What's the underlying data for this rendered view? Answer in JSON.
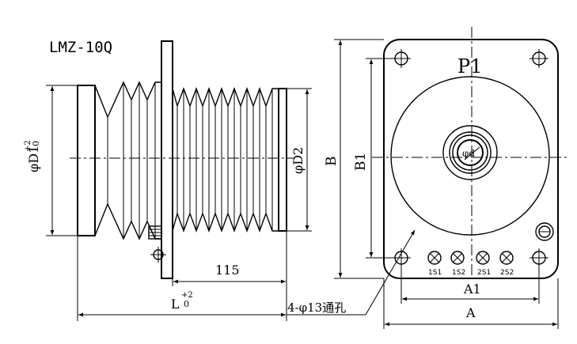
{
  "model": "LMZ-10Q",
  "view_label": "P1",
  "dims": {
    "d1": "φD1",
    "d1_tol_upper": "+2",
    "d1_tol_lower": "0",
    "d2": "φD2",
    "len_115": "115",
    "len_L": "L",
    "len_L_tol_upper": "+2",
    "len_L_tol_lower": "0",
    "height_B": "B",
    "height_B1": "B1",
    "width_A": "A",
    "width_A1": "A1",
    "bore_d": "φd",
    "hole_note": "4-φ13通孔"
  },
  "terminals": [
    "1S1",
    "1S2",
    "2S1",
    "2S2"
  ]
}
